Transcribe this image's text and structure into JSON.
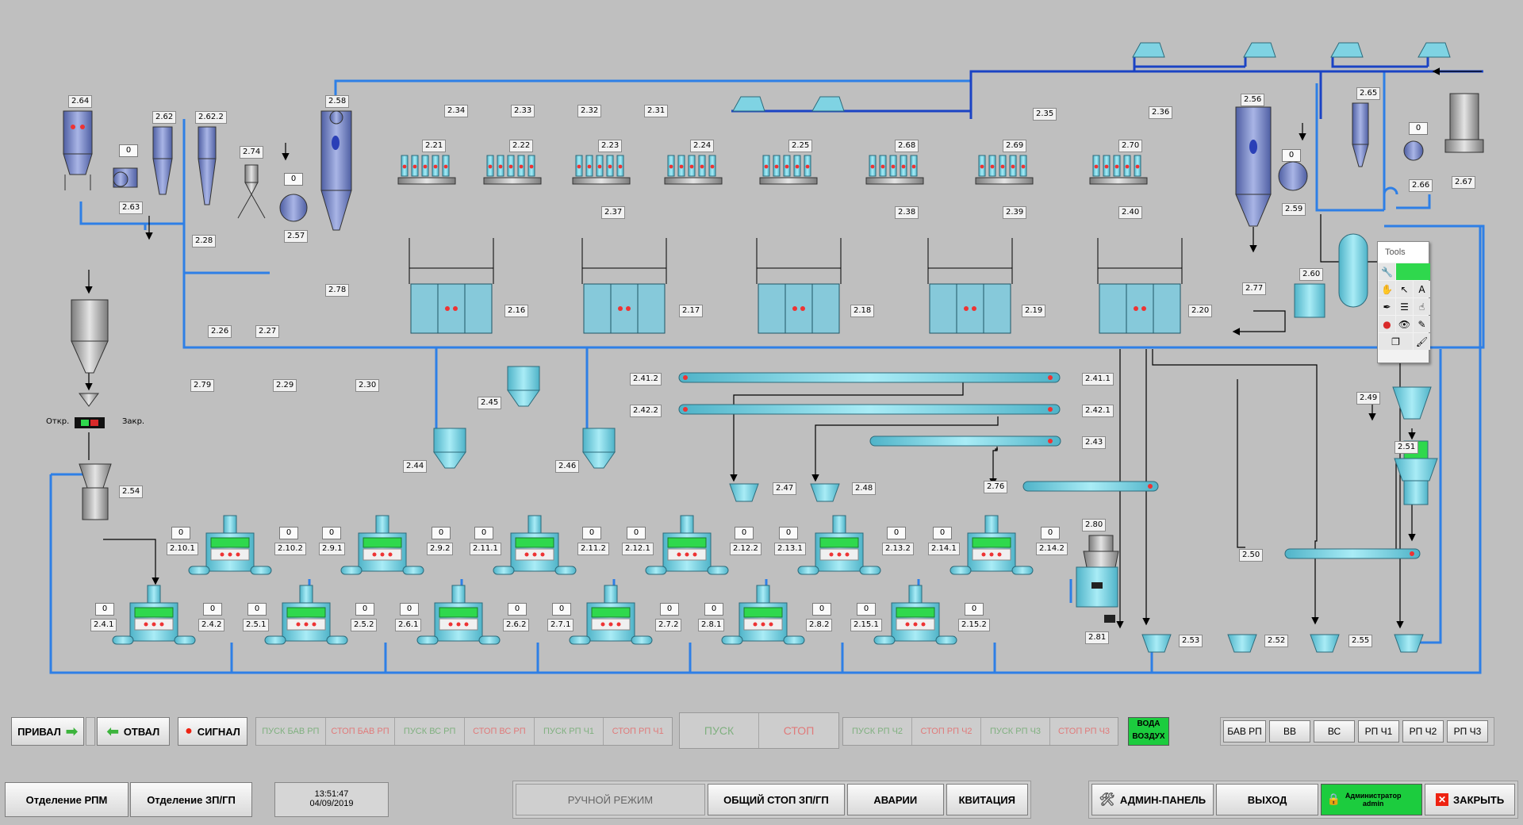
{
  "labels": {
    "2.64": "2.64",
    "2.62": "2.62",
    "2.62.2": "2.62.2",
    "2.74": "2.74",
    "2.58": "2.58",
    "2.63": "2.63",
    "2.28": "2.28",
    "2.57": "2.57",
    "2.26": "2.26",
    "2.27": "2.27",
    "2.78": "2.78",
    "2.34": "2.34",
    "2.33": "2.33",
    "2.32": "2.32",
    "2.31": "2.31",
    "2.21": "2.21",
    "2.22": "2.22",
    "2.23": "2.23",
    "2.24": "2.24",
    "2.25": "2.25",
    "2.68": "2.68",
    "2.69": "2.69",
    "2.70": "2.70",
    "2.35": "2.35",
    "2.36": "2.36",
    "2.37": "2.37",
    "2.38": "2.38",
    "2.39": "2.39",
    "2.40": "2.40",
    "2.16": "2.16",
    "2.17": "2.17",
    "2.18": "2.18",
    "2.19": "2.19",
    "2.20": "2.20",
    "2.56": "2.56",
    "2.59": "2.59",
    "2.65": "2.65",
    "2.66": "2.66",
    "2.67": "2.67",
    "2.77": "2.77",
    "2.60": "2.60",
    "2.79": "2.79",
    "2.29": "2.29",
    "2.30": "2.30",
    "2.45": "2.45",
    "2.44": "2.44",
    "2.46": "2.46",
    "2.41.2": "2.41.2",
    "2.41.1": "2.41.1",
    "2.42.2": "2.42.2",
    "2.42.1": "2.42.1",
    "2.43": "2.43",
    "2.47": "2.47",
    "2.48": "2.48",
    "2.76": "2.76",
    "2.49": "2.49",
    "2.51": "2.51",
    "2.54": "2.54",
    "2.50": "2.50",
    "2.80": "2.80",
    "2.81": "2.81",
    "2.53": "2.53",
    "2.52": "2.52",
    "2.55": "2.55",
    "2.10.1": "2.10.1",
    "2.10.2": "2.10.2",
    "2.9.1": "2.9.1",
    "2.9.2": "2.9.2",
    "2.11.1": "2.11.1",
    "2.11.2": "2.11.2",
    "2.12.1": "2.12.1",
    "2.12.2": "2.12.2",
    "2.13.1": "2.13.1",
    "2.13.2": "2.13.2",
    "2.14.1": "2.14.1",
    "2.14.2": "2.14.2",
    "2.4.1": "2.4.1",
    "2.4.2": "2.4.2",
    "2.5.1": "2.5.1",
    "2.5.2": "2.5.2",
    "2.6.1": "2.6.1",
    "2.6.2": "2.6.2",
    "2.7.1": "2.7.1",
    "2.7.2": "2.7.2",
    "2.8.1": "2.8.1",
    "2.8.2": "2.8.2",
    "2.15.1": "2.15.1",
    "2.15.2": "2.15.2"
  },
  "values": {
    "zero": "0"
  },
  "valve": {
    "open": "Откр.",
    "closed": "Закр."
  },
  "controls": {
    "privod": "ПРИВАЛ",
    "otval": "ОТВАЛ",
    "signal": "СИГНАЛ"
  },
  "strip_left": [
    "ПУСК БАВ РП",
    "СТОП БАВ РП",
    "ПУСК ВС РП",
    "СТОП ВС РП",
    "ПУСК РП Ч1",
    "СТОП РП Ч1"
  ],
  "strip_center": {
    "start": "ПУСК",
    "stop": "СТОП"
  },
  "strip_right": [
    "ПУСК РП Ч2",
    "СТОП РП Ч2",
    "ПУСК РП Ч3",
    "СТОП РП Ч3"
  ],
  "water_air": {
    "water": "ВОДА",
    "air": "ВОЗДУХ"
  },
  "sections": [
    "БАВ РП",
    "ВВ",
    "ВС",
    "РП Ч1",
    "РП Ч2",
    "РП Ч3"
  ],
  "departments": {
    "rpm": "Отделение РПМ",
    "zpgp": "Отделение ЗП/ГП"
  },
  "clock": {
    "time": "13:51:47",
    "date": "04/09/2019"
  },
  "center_buttons": {
    "manual": "РУЧНОЙ РЕЖИМ",
    "general_stop": "ОБЩИЙ СТОП ЗП/ГП",
    "alarms": "АВАРИИ",
    "ack": "КВИТАЦИЯ"
  },
  "right_buttons": {
    "admin_panel": "АДМИН-ПАНЕЛЬ",
    "exit": "ВЫХОД",
    "close": "ЗАКРЫТЬ"
  },
  "user": {
    "role": "Администратор",
    "name": "admin"
  },
  "tools": {
    "title": "Tools"
  },
  "colors": {
    "pipe": "#2e7fe6",
    "pipe_dark": "#1b43c4",
    "equip": "#7fd3e3",
    "green": "#2fd84d",
    "red": "#d92a2a",
    "bg": "#bfbfbf"
  }
}
